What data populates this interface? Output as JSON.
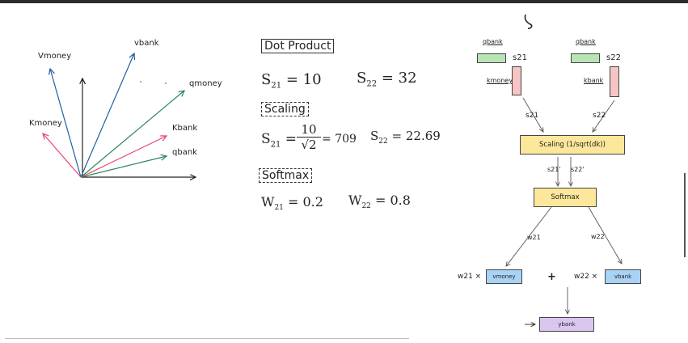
{
  "vectors": {
    "vmoney": "Vmoney",
    "vbank": "vbank",
    "qmoney": "qmoney",
    "kmoney": "Kmoney",
    "kbank": "Kbank",
    "qbank": "qbank"
  },
  "notes": {
    "dot_product_title": "Dot Product",
    "s21_label": "S",
    "s21_sub": "21",
    "s21_value": "= 10",
    "s22_label": "S",
    "s22_sub": "22",
    "s22_value": "= 32",
    "scaling_title": "Scaling",
    "s21p_label": "S",
    "s21p_sub": "21",
    "frac_num": "10",
    "frac_den": "√2",
    "s21p_value": "= 709",
    "s22p_label": "S",
    "s22p_sub": "22",
    "s22p_value": "= 22.69",
    "softmax_title": "Softmax",
    "w21_label": "W",
    "w21_sub": "21",
    "w21_value": "= 0.2",
    "w22_label": "W",
    "w22_sub": "22",
    "w22_value": "= 0.8"
  },
  "flow": {
    "qbank_left": "qbank",
    "qbank_right": "qbank",
    "s21_top": "s21",
    "s22_top": "s22",
    "kmoney": "kmoney",
    "kbank": "kbank",
    "s21_mid": "s21",
    "s22_mid": "s22",
    "scaling_box": "Scaling (1/sqrt(dk))",
    "s21p": "s21'",
    "s22p": "s22'",
    "softmax_box": "Softmax",
    "w21": "w21",
    "w22": "w22",
    "w21x": "w21 ×",
    "vmoney_box": "vmoney",
    "plus": "+",
    "w22x": "w22 ×",
    "vbank_box": "vbank",
    "ybank_box": "ybank"
  },
  "colors": {
    "pink": "#e8456e",
    "blue": "#1f5f9e",
    "green": "#2a8a5a",
    "black": "#222222",
    "q_fill": "#b9e4b5",
    "k_fill": "#f7c4c4",
    "yellow_fill": "#fde79b",
    "blue_fill": "#a9d3f5",
    "purple_fill": "#d9c7f0"
  }
}
